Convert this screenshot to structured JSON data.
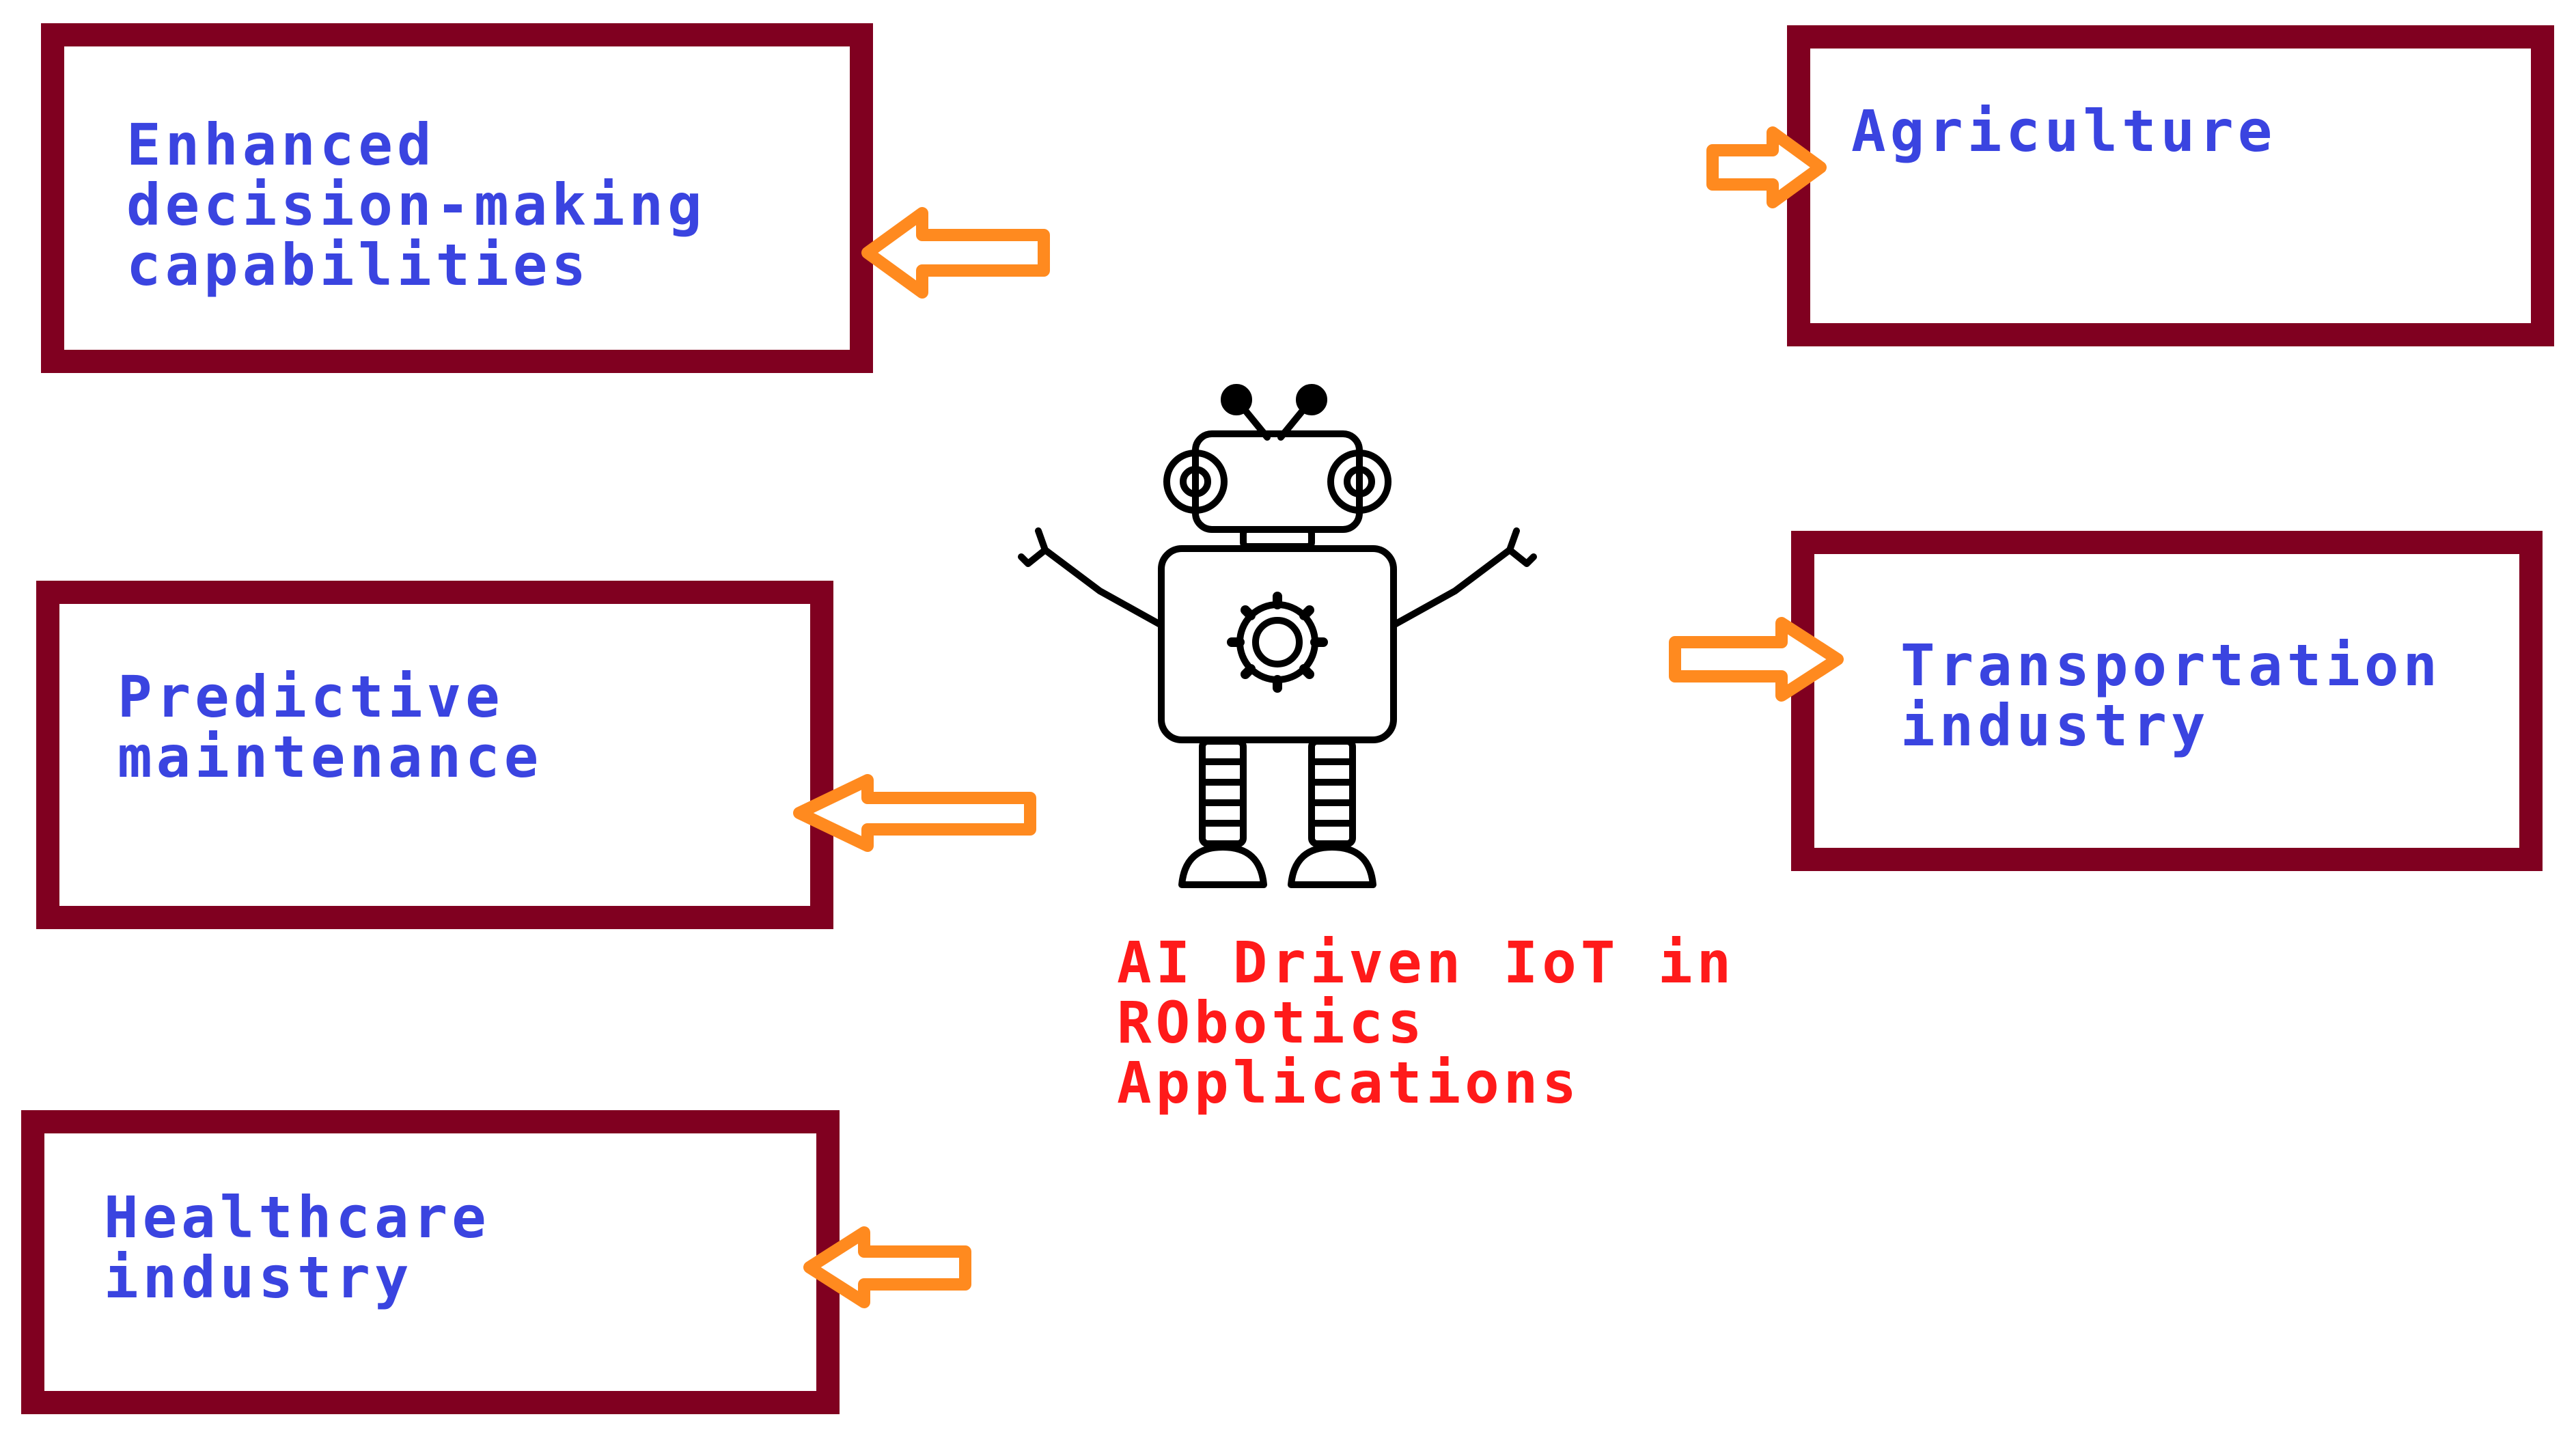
{
  "center": {
    "caption": "AI Driven IoT in\nRObotics\nApplications"
  },
  "boxes": {
    "enhanced": "Enhanced\ndecision-making\ncapabilities",
    "predictive": "Predictive\nmaintenance",
    "healthcare": "Healthcare\nindustry",
    "agriculture": "Agriculture",
    "transportation": "Transportation\nindustry"
  },
  "icons": {
    "robot": "robot-icon",
    "arrow": "arrow-icon"
  },
  "colors": {
    "box_border": "#800020",
    "box_text": "#3a44e0",
    "caption_text": "#ff1a1a",
    "arrow_fill": "#ffffff",
    "arrow_stroke": "#ff8a1f"
  }
}
